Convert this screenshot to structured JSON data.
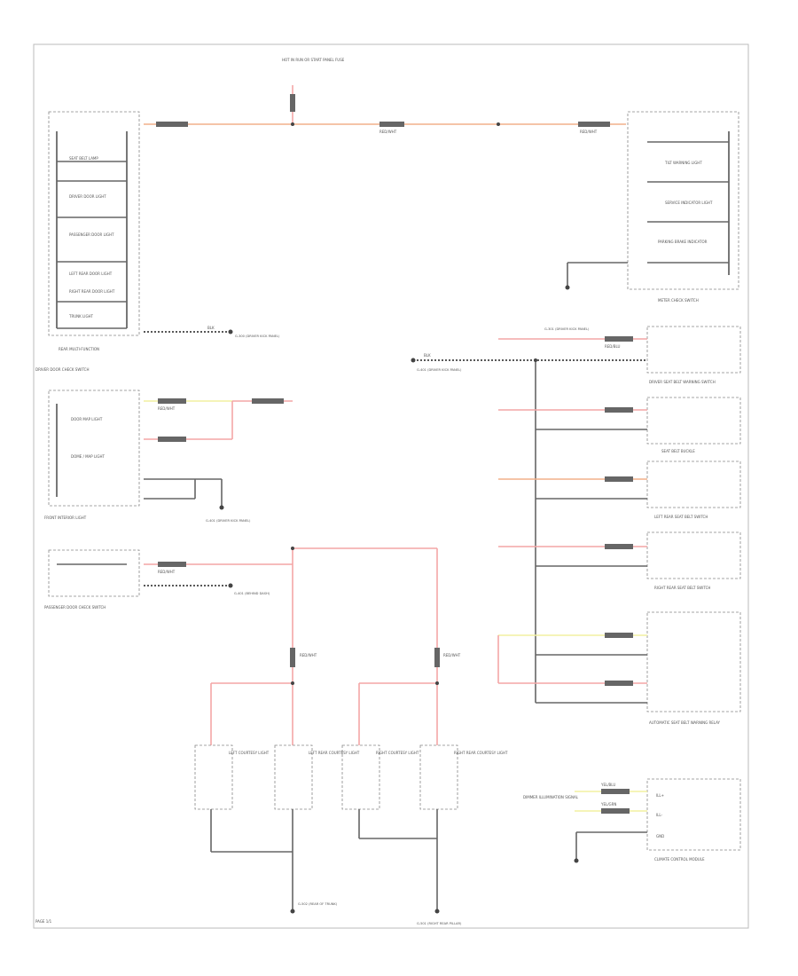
{
  "diagram": {
    "title_block": {
      "fuse": "HOT IN RUN OR START PANEL FUSE"
    },
    "components": {
      "drivers_door": {
        "title": "DRIVER DOOR CHECK SWITCH",
        "sub": "REAR MULTI-FUNCTION",
        "lights": [
          "SEAT BELT LAMP",
          "DRIVER DOOR LIGHT",
          "PASSENGER DOOR LIGHT",
          "LEFT REAR DOOR LIGHT",
          "RIGHT REAR DOOR LIGHT",
          "TRUNK LIGHT"
        ]
      },
      "front_interior": {
        "title": "FRONT INTERIOR LIGHT",
        "lights": [
          "DOOR MAP LIGHT",
          "DOME / MAP LIGHT"
        ]
      },
      "passenger_door_switch": {
        "title": "PASSENGER DOOR CHECK SWITCH"
      },
      "meter": {
        "title": "METER CHECK SWITCH",
        "lights": [
          "TILT WARNING LIGHT",
          "SERVICE INDICATOR LIGHT",
          "PARKING BRAKE INDICATOR"
        ]
      },
      "driver_seat": {
        "title": "DRIVER SEAT BELT WARNING SWITCH"
      },
      "seatbelt_buckle": {
        "title": "SEAT BELT BUCKLE"
      },
      "left_rear_seatbelt": {
        "title": "LEFT REAR SEAT BELT SWITCH"
      },
      "right_rear_seatbelt": {
        "title": "RIGHT REAR SEAT BELT SWITCH"
      },
      "auto_seatbelt": {
        "title": "AUTOMATIC SEAT BELT WARNING RELAY"
      },
      "left_courtesy": {
        "title": "LEFT COURTESY LIGHT"
      },
      "left_rear_courtesy": {
        "title": "LEFT REAR COURTESY LIGHT"
      },
      "right_courtesy": {
        "title": "RIGHT COURTESY LIGHT"
      },
      "right_rear_courtesy": {
        "title": "RIGHT REAR COURTESY LIGHT"
      },
      "climate": {
        "title": "CLIMATE CONTROL MODULE",
        "pins": [
          "ILL+",
          "ILL-",
          "GND"
        ],
        "note": "DIMMER ILLUMINATION SIGNAL"
      }
    },
    "wire_labels": {
      "top_main": "RED/WHT",
      "top_right": "RED/WHT",
      "front": "RED/WHT",
      "pass": "RED/WHT",
      "door_blk": "BLK",
      "vert_left": "RED/WHT",
      "vert_right": "RED/WHT",
      "seat": "RED/BLU",
      "gnd_blk": "BLK",
      "climate_a": "YEL/BLU",
      "climate_b": "YEL/GRN"
    },
    "grounds": [
      "G-300 (DRIVER KICK PANEL)",
      "G-401 (DRIVER KICK PANEL)",
      "G-401 (BEHIND DASH)",
      "G-301 (DRIVER KICK PANEL)",
      "G-502 (REAR OF TRUNK)",
      "G-501 (RIGHT REAR PILLAR)",
      "G-401 (DRIVER KICK PANEL)"
    ],
    "page_ref": "PAGE 1/1"
  }
}
